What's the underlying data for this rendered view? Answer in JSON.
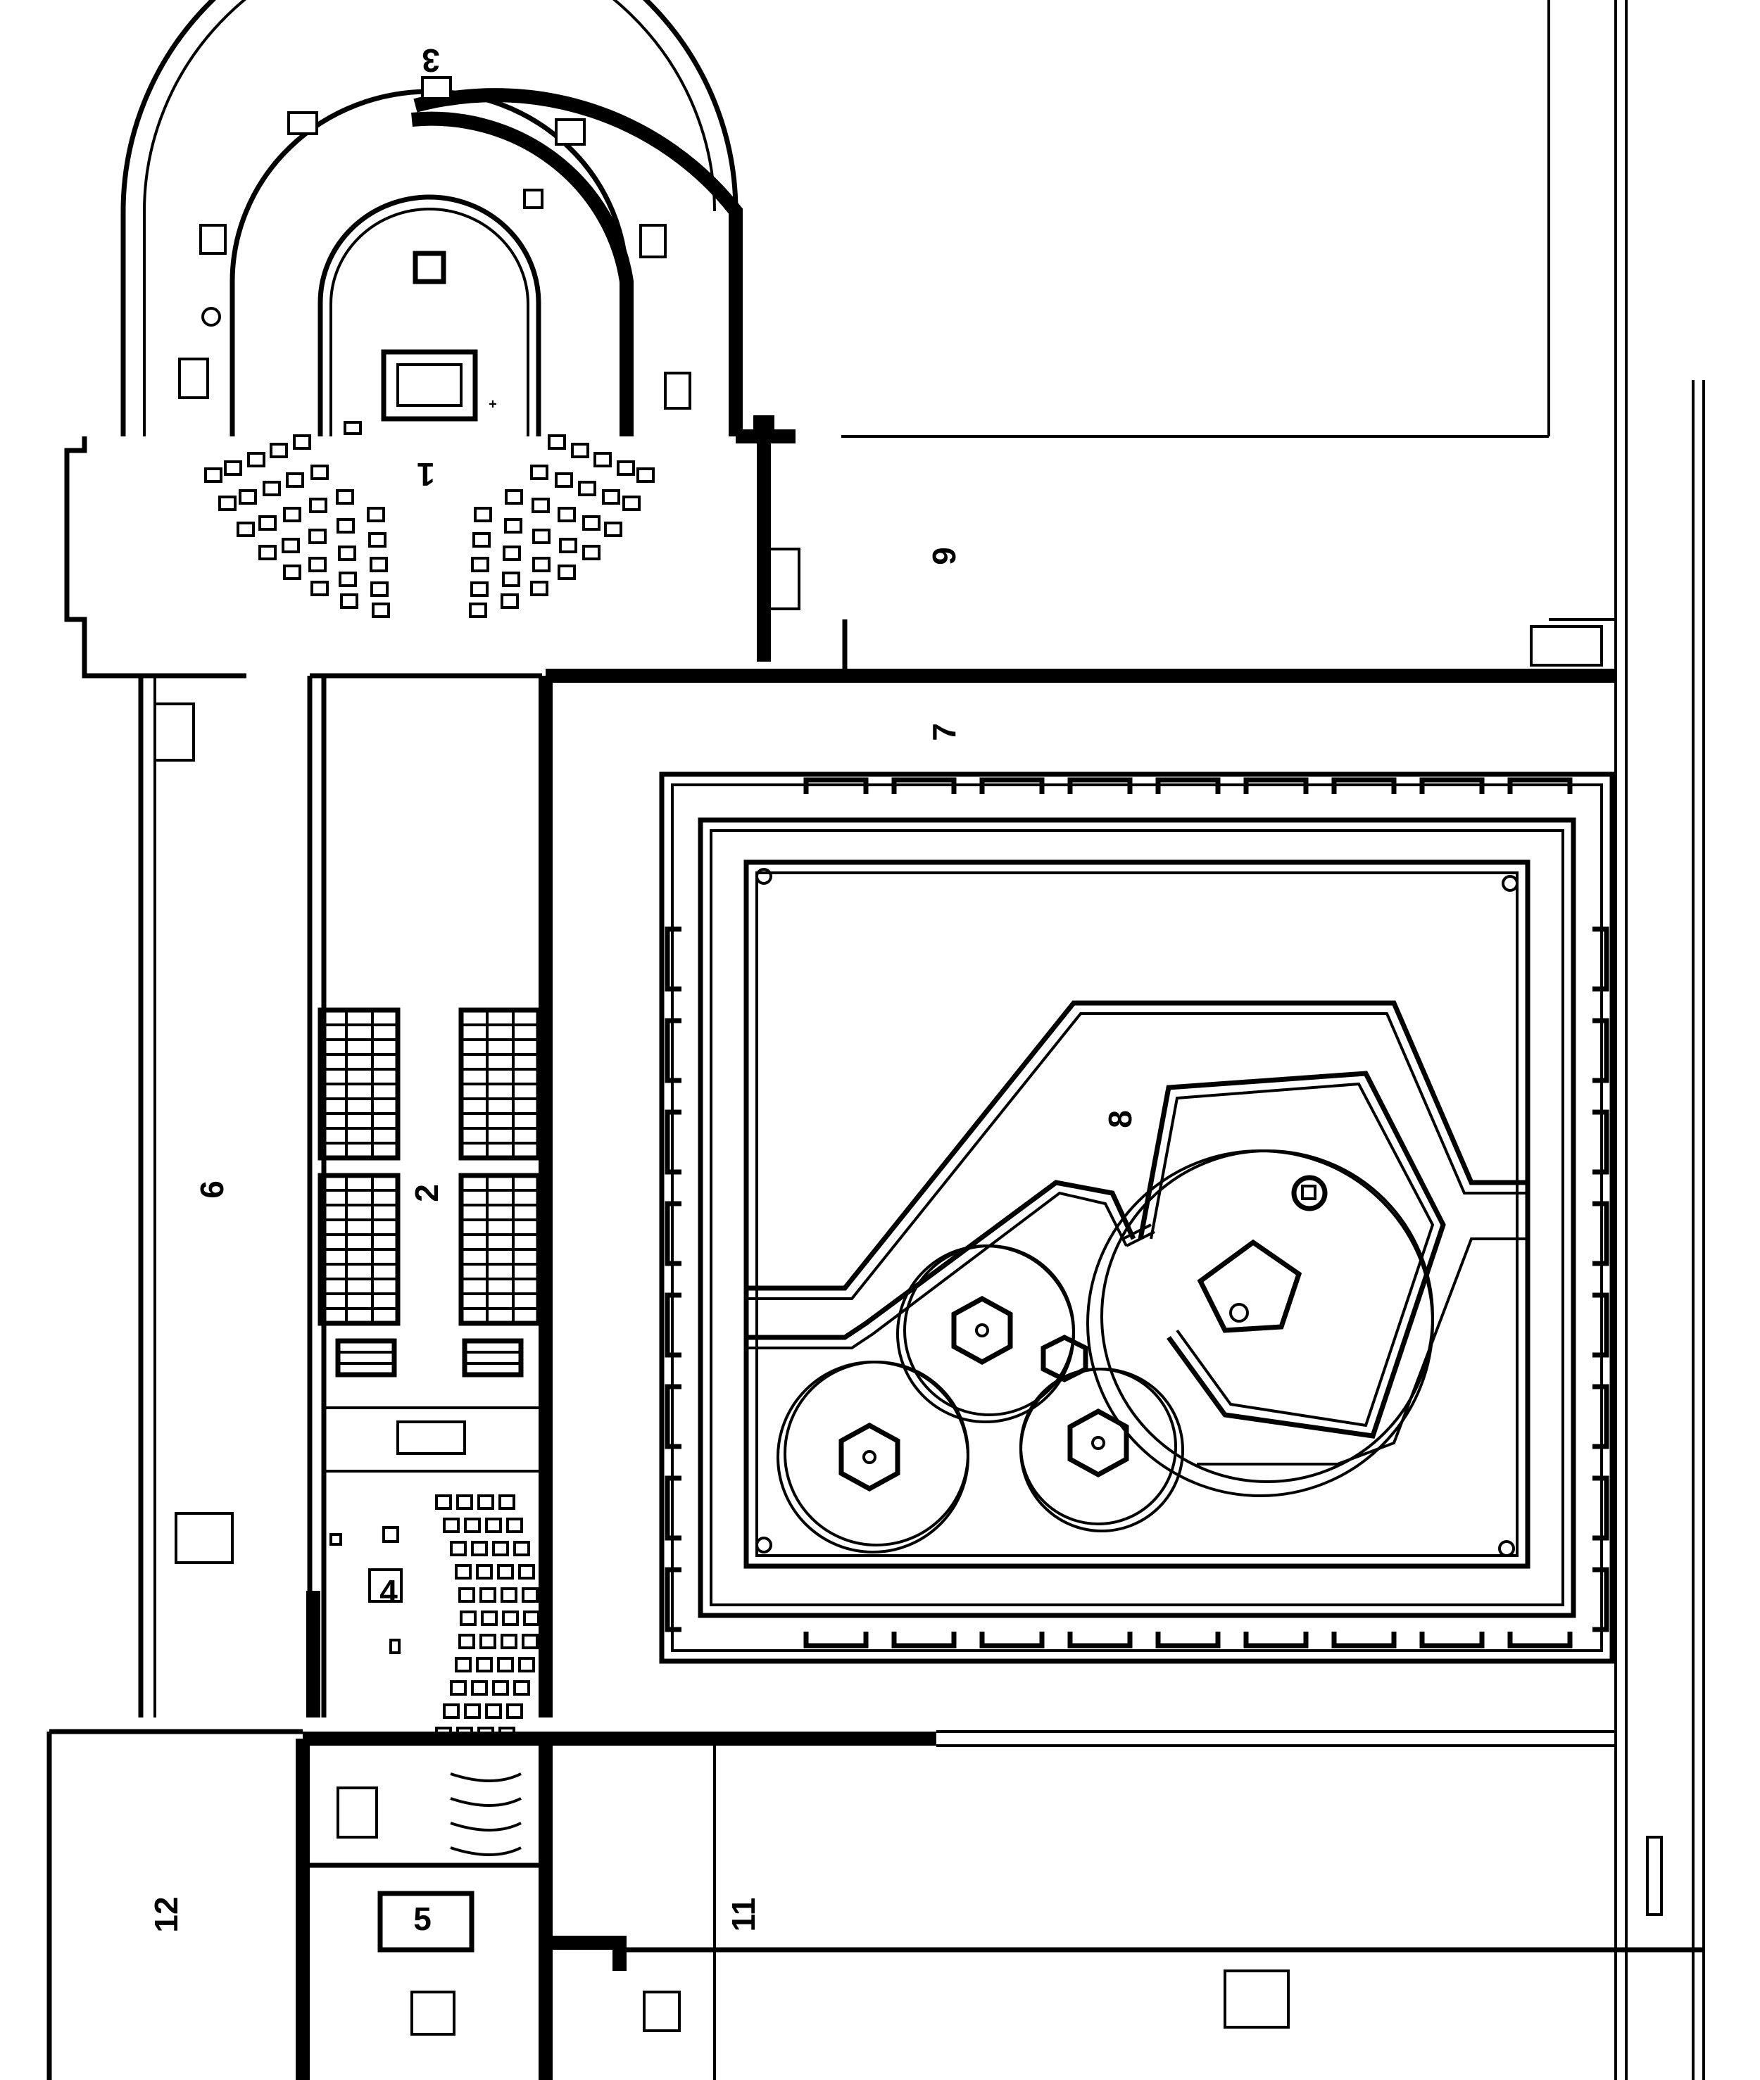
{
  "labels": {
    "l1": "1",
    "l2": "2",
    "l3": "3",
    "l4": "4",
    "l5": "5",
    "l6": "6",
    "l7": "7",
    "l8": "8",
    "l9": "9",
    "l11": "11",
    "l12": "12"
  },
  "colors": {
    "ink": "#000000",
    "paper": "#ffffff"
  }
}
